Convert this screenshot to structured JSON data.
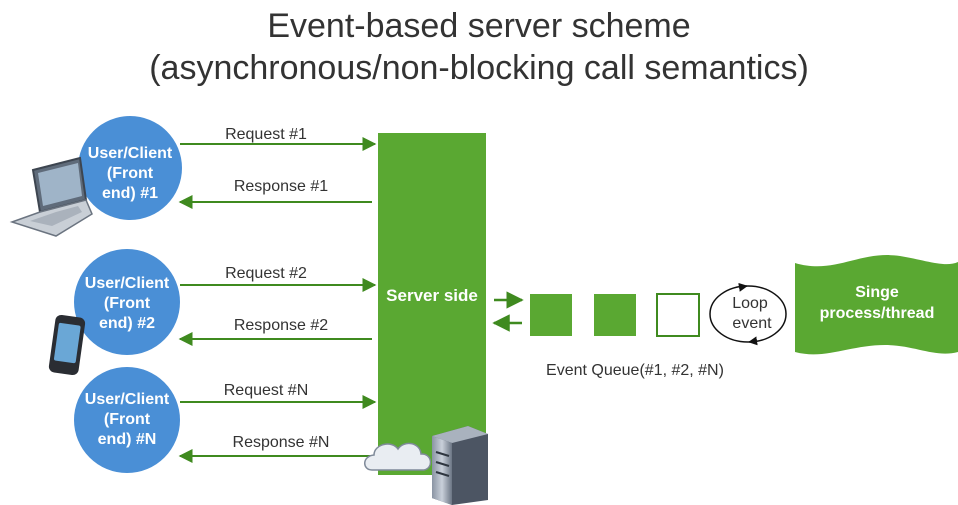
{
  "title": {
    "line1": "Event-based server scheme",
    "line2": "(asynchronous/non-blocking call semantics)"
  },
  "clients": [
    {
      "lines": [
        "User/Client",
        "(Front",
        "end) #1"
      ],
      "request": "Request #1",
      "response": "Response #1",
      "device": "laptop-icon"
    },
    {
      "lines": [
        "User/Client",
        "(Front",
        "end) #2"
      ],
      "request": "Request #2",
      "response": "Response #2",
      "device": "phone-icon"
    },
    {
      "lines": [
        "User/Client",
        "(Front",
        "end) #N"
      ],
      "request": "Request #N",
      "response": "Response #N",
      "device": "none"
    }
  ],
  "server": {
    "label": "Server side",
    "icons": [
      "cloud-icon",
      "server-tower-icon"
    ]
  },
  "queue": {
    "label": "Event Queue(#1, #2, #N)",
    "boxes": [
      "filled",
      "filled",
      "empty"
    ]
  },
  "loop": {
    "lines": [
      "Loop",
      "event"
    ]
  },
  "process": {
    "lines": [
      "Singe",
      "process/thread"
    ]
  },
  "colors": {
    "green": "#5aa832",
    "dark_green": "#3f8a1f",
    "blue": "#4a8fd6",
    "blue_dark": "#3272b8",
    "text": "#333333"
  }
}
